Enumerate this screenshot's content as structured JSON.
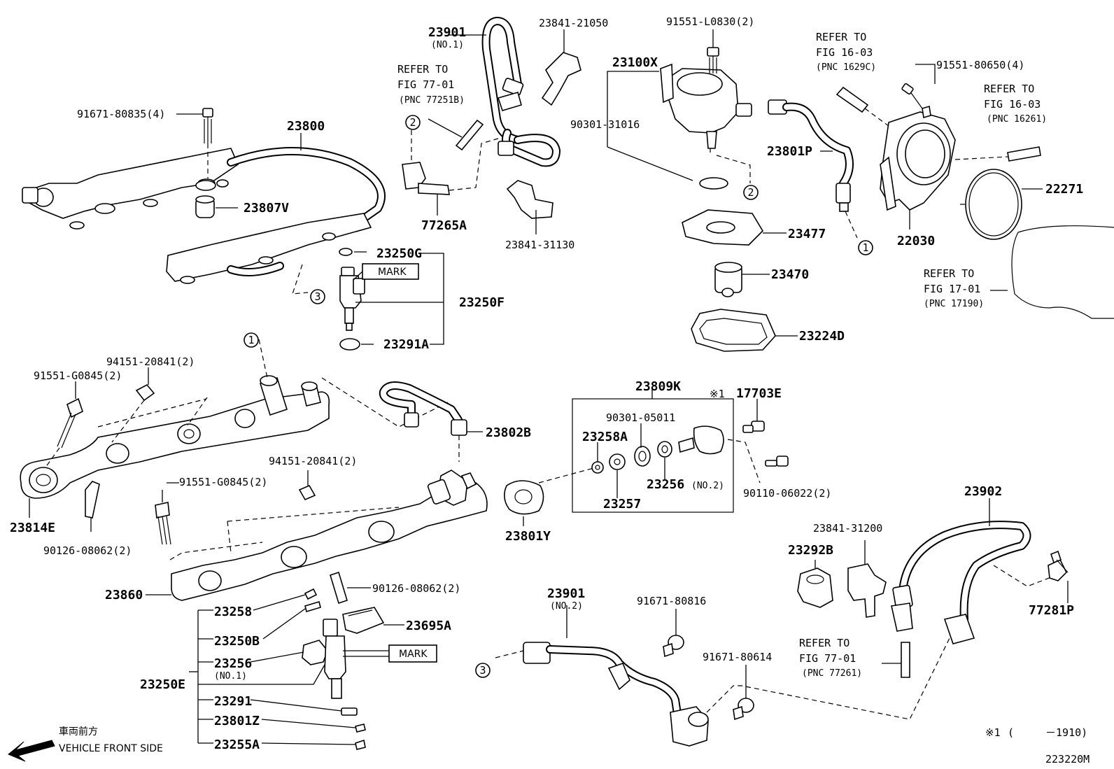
{
  "diagram_code": "223220M",
  "footnote": {
    "mark": "※1",
    "text": "(　　　－1910)"
  },
  "front_side": {
    "jp": "車両前方",
    "en": "VEHICLE FRONT SIDE"
  },
  "mark_label": "MARK",
  "callouts": {
    "c1": "1",
    "c2": "2",
    "c3": "3"
  },
  "parts": {
    "p91671_80835": "91671-80835(4)",
    "p23800": "23800",
    "p23807V": "23807V",
    "p23901_1": "23901",
    "p23901_1_sub": "(NO.1)",
    "p23841_21050": "23841-21050",
    "refer_77_01a": [
      "REFER TO",
      "FIG 77-01",
      "(PNC 77251B)"
    ],
    "p77265A": "77265A",
    "p23841_31130": "23841-31130",
    "p23250G": "23250G",
    "p23250F": "23250F",
    "p23291A": "23291A",
    "p91551_L0830": "91551-L0830(2)",
    "p23100X": "23100X",
    "p90301_31016": "90301-31016",
    "p23801P": "23801P",
    "p23477": "23477",
    "p23470": "23470",
    "p23224D": "23224D",
    "refer_16_03a": [
      "REFER TO",
      "FIG 16-03",
      "(PNC 1629C)"
    ],
    "p91551_80650": "91551-80650(4)",
    "refer_16_03b": [
      "REFER TO",
      "FIG 16-03",
      "(PNC 16261)"
    ],
    "p22271": "22271",
    "p22030": "22030",
    "refer_17_01": [
      "REFER TO",
      "FIG 17-01",
      "(PNC 17190)"
    ],
    "p94151_20841a": "94151-20841(2)",
    "p91551_G0845a": "91551-G0845(2)",
    "p23814E": "23814E",
    "p90126_08062a": "90126-08062(2)",
    "p94151_20841b": "94151-20841(2)",
    "p91551_G0845b": "91551-G0845(2)",
    "p23802B": "23802B",
    "p23809K": "23809K",
    "p17703E_mark": "※1",
    "p17703E": "17703E",
    "p90301_05011": "90301-05011",
    "p23258A": "23258A",
    "p23257": "23257",
    "p23256_2": "23256",
    "p23256_2_sub": "(NO.2)",
    "p90110_06022": "90110-06022(2)",
    "p23801Y": "23801Y",
    "p23860": "23860",
    "p90126_08062b": "90126-08062(2)",
    "p23258": "23258",
    "p23250B": "23250B",
    "p23256_1": "23256",
    "p23256_1_sub": "(NO.1)",
    "p23250E": "23250E",
    "p23291": "23291",
    "p23801Z": "23801Z",
    "p23255A": "23255A",
    "p23695A": "23695A",
    "p23901_2": "23901",
    "p23901_2_sub": "(NO.2)",
    "p91671_80816": "91671-80816",
    "p91671_80614": "91671-80614",
    "refer_77_01b": [
      "REFER TO",
      "FIG 77-01",
      "(PNC 77261)"
    ],
    "p23902": "23902",
    "p23841_31200": "23841-31200",
    "p23292B": "23292B",
    "p77281P": "77281P"
  }
}
